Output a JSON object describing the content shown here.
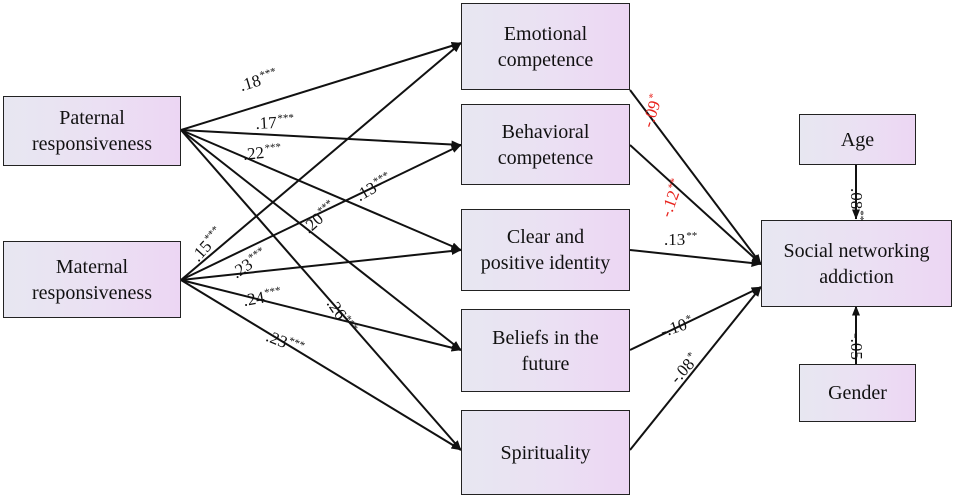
{
  "nodes": {
    "paternal": [
      "Paternal",
      "responsiveness"
    ],
    "maternal": [
      "Maternal",
      "responsiveness"
    ],
    "emotional": [
      "Emotional",
      "competence"
    ],
    "behavioral": [
      "Behavioral",
      "competence"
    ],
    "identity": [
      "Clear and",
      "positive identity"
    ],
    "beliefs": [
      "Beliefs in the",
      "future"
    ],
    "spirituality": [
      "Spirituality"
    ],
    "outcome": [
      "Social networking",
      "addiction"
    ],
    "age": [
      "Age"
    ],
    "gender": [
      "Gender"
    ]
  },
  "coefficients": {
    "pat_emo": {
      "value": ".18",
      "stars": "***"
    },
    "pat_beh": {
      "value": ".17",
      "stars": "***"
    },
    "pat_id": {
      "value": ".22",
      "stars": "***"
    },
    "pat_bel": {
      "value": ".20",
      "stars": "***"
    },
    "pat_spi": {
      "value": ".26",
      "stars": "***"
    },
    "mat_emo": {
      "value": ".15",
      "stars": "***"
    },
    "mat_beh": {
      "value": ".13",
      "stars": "***"
    },
    "mat_id": {
      "value": ".23",
      "stars": "***"
    },
    "mat_bel": {
      "value": ".24",
      "stars": "***"
    },
    "mat_spi": {
      "value": ".23",
      "stars": "***"
    },
    "emo_out": {
      "value": "-.09",
      "stars": "*"
    },
    "beh_out": {
      "value": "-.12",
      "stars": "**"
    },
    "id_out": {
      "value": ".13",
      "stars": "**"
    },
    "bel_out": {
      "value": "-.10",
      "stars": "*"
    },
    "spi_out": {
      "value": "-.08",
      "stars": "*"
    },
    "age_out": {
      "value": ".08",
      "stars": "**"
    },
    "gen_out": {
      "value": "-.05",
      "stars": ""
    }
  },
  "colors": {
    "significant_negative": "#e8231d",
    "arrow": "#111111"
  }
}
